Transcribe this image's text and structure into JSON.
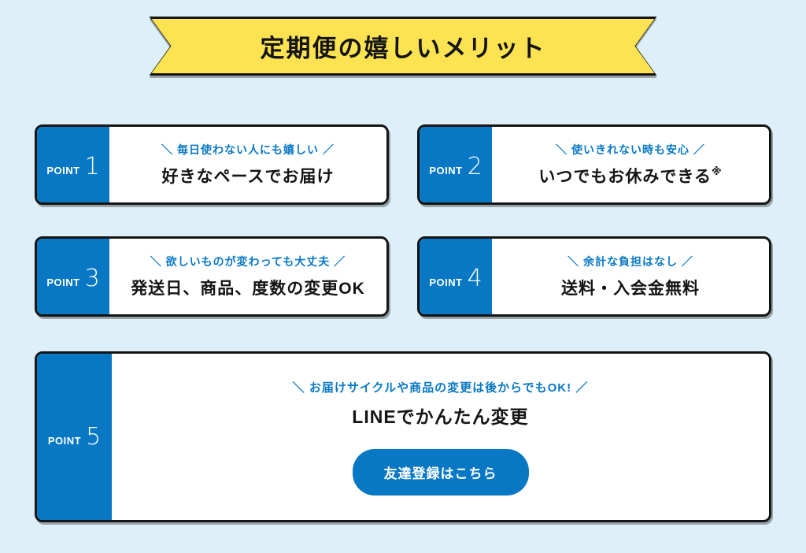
{
  "colors": {
    "accent_blue": "#0878c5",
    "banner_yellow": "#fde351",
    "page_background": "#ddeff8",
    "ink": "#141414"
  },
  "banner": {
    "title": "定期便の嬉しいメリット"
  },
  "cards": [
    {
      "point_label": "POINT",
      "point_number": "1",
      "tagline": "＼ 毎日使わない人にも嬉しい ／",
      "title": "好きなペースでお届け"
    },
    {
      "point_label": "POINT",
      "point_number": "2",
      "tagline": "＼ 使いきれない時も安心 ／",
      "title": "いつでもお休みできる",
      "note": "※"
    },
    {
      "point_label": "POINT",
      "point_number": "3",
      "tagline": "＼ 欲しいものが変わっても大丈夫 ／",
      "title": "発送日、商品、度数の変更OK"
    },
    {
      "point_label": "POINT",
      "point_number": "4",
      "tagline": "＼ 余計な負担はなし ／",
      "title": "送料・入会金無料"
    }
  ],
  "feature_card": {
    "point_label": "POINT",
    "point_number": "5",
    "tagline": "＼ お届けサイクルや商品の変更は後からでもOK! ／",
    "title": "LINEでかんたん変更",
    "button_label": "友達登録はこちら"
  }
}
